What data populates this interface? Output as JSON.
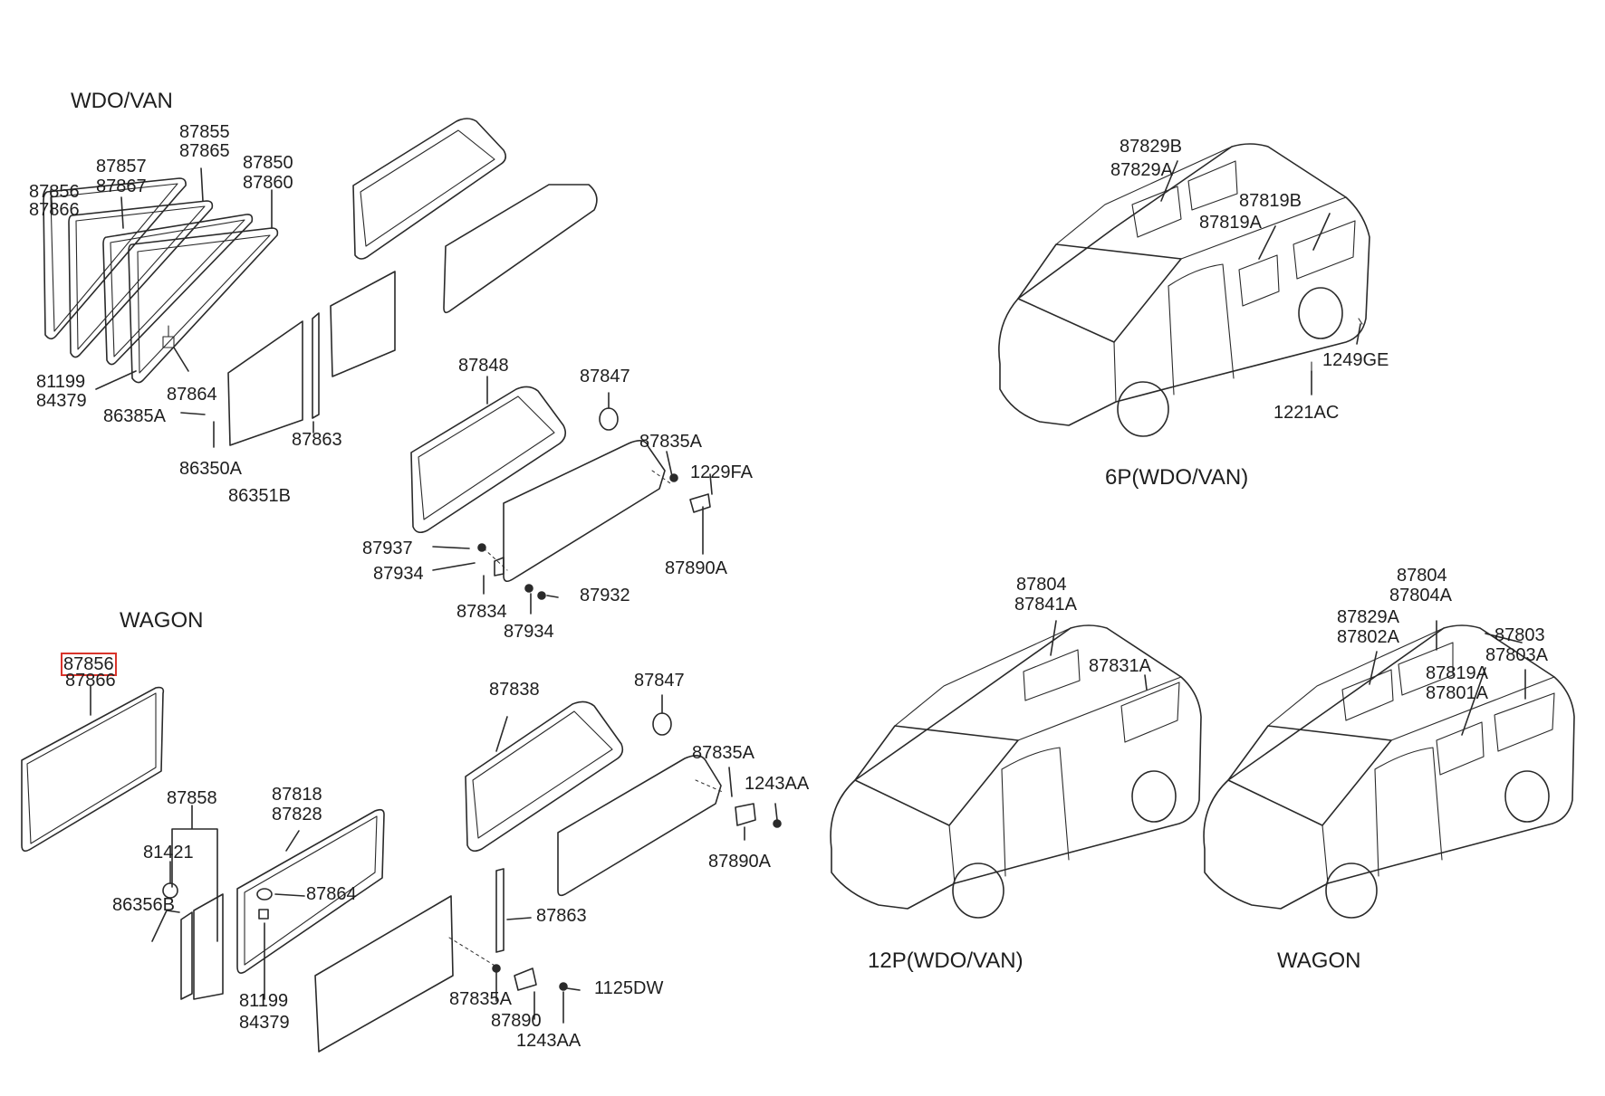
{
  "sections": {
    "wdo_van": "WDO/VAN",
    "wagon": "WAGON",
    "p6": "6P(WDO/VAN)",
    "p12": "12P(WDO/VAN)",
    "wagon_view": "WAGON"
  },
  "highlight_color": "#d9342b",
  "parts": {
    "p87855": "87855",
    "p87865": "87865",
    "p87857": "87857",
    "p87867": "87867",
    "p87856a": "87856",
    "p87866a": "87866",
    "p87850": "87850",
    "p87860": "87860",
    "p81199a": "81199",
    "p84379a": "84379",
    "p87864a": "87864",
    "p86385A": "86385A",
    "p86350A": "86350A",
    "p86351B": "86351B",
    "p87863a": "87863",
    "p87848": "87848",
    "p87847a": "87847",
    "p87835Aa": "87835A",
    "p1229FA": "1229FA",
    "p87890A_a": "87890A",
    "p87937": "87937",
    "p87934a": "87934",
    "p87834": "87834",
    "p87934b": "87934",
    "p87932": "87932",
    "p87856b": "87856",
    "p87866b": "87866",
    "p87858": "87858",
    "p81421": "81421",
    "p86356B": "86356B",
    "p87818": "87818",
    "p87828": "87828",
    "p87864b": "87864",
    "p81199b": "81199",
    "p84379b": "84379",
    "p87838": "87838",
    "p87847b": "87847",
    "p87835Ab": "87835A",
    "p1243AA_a": "1243AA",
    "p87890A_b": "87890A",
    "p87863b": "87863",
    "p87835Ac": "87835A",
    "p87890": "87890",
    "p1125DW": "1125DW",
    "p1243AA_b": "1243AA",
    "p87829B": "87829B",
    "p87829A_a": "87829A",
    "p87819B": "87819B",
    "p87819A_a": "87819A",
    "p1249GE": "1249GE",
    "p1221AC": "1221AC",
    "p87804a": "87804",
    "p87841A": "87841A",
    "p87831A": "87831A",
    "p87804b": "87804",
    "p87804A": "87804A",
    "p87829A_b": "87829A",
    "p87802A": "87802A",
    "p87803": "87803",
    "p87803A": "87803A",
    "p87819A_b": "87819A",
    "p87801A": "87801A"
  }
}
